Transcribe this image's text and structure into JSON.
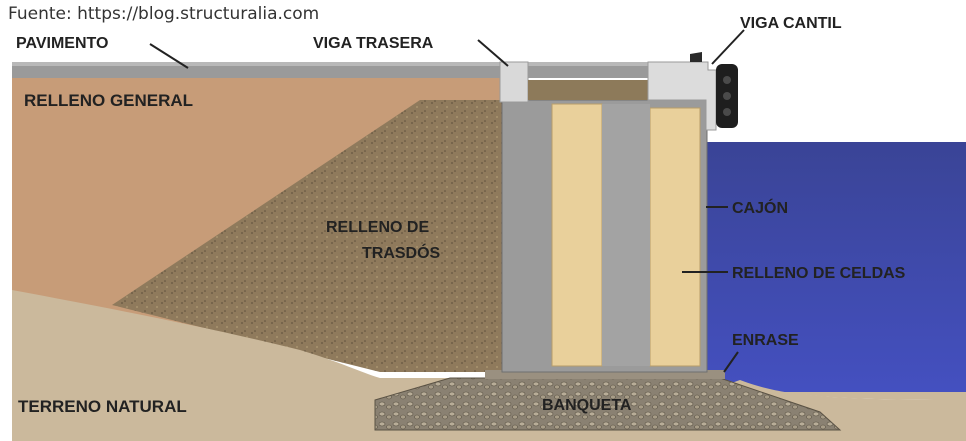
{
  "source": "Fuente: https://blog.structuralia.com",
  "labels": {
    "pavimento": "PAVIMENTO",
    "viga_trasera": "VIGA TRASERA",
    "viga_cantil": "VIGA CANTIL",
    "relleno_general": "RELLENO GENERAL",
    "relleno_trasdos_1": "RELLENO DE",
    "relleno_trasdos_2": "TRASDÓS",
    "cajon": "CAJÓN",
    "relleno_celdas": "RELLENO DE CELDAS",
    "enrase": "ENRASE",
    "banqueta": "BANQUETA",
    "terreno_natural": "TERRENO NATURAL"
  },
  "colors": {
    "pavement": "#9a9a9a",
    "general_fill": "#c79c78",
    "backfill": "#8f7a5c",
    "natural_ground": "#cbb99c",
    "caisson": "#9b9b9b",
    "cell_fill": "#e9d09b",
    "water": "#3c46a8",
    "rubble": "#8a8172",
    "beam": "#d9d9d9"
  }
}
